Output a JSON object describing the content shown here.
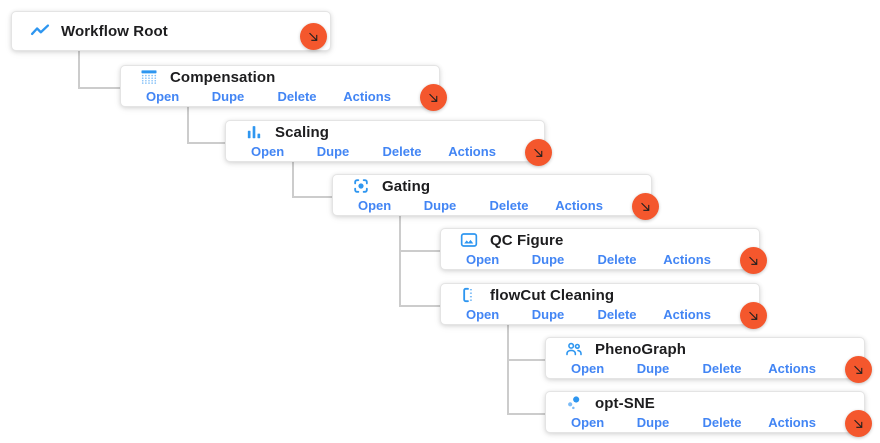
{
  "tree": {
    "actions": [
      "Open",
      "Dupe",
      "Delete",
      "Actions"
    ],
    "nodes": [
      {
        "id": "workflow-root",
        "title": "Workflow Root",
        "icon": "line-chart-icon",
        "level": 0,
        "parent": null,
        "has_actions": false
      },
      {
        "id": "compensation",
        "title": "Compensation",
        "icon": "compensation-matrix-icon",
        "level": 1,
        "parent": "workflow-root",
        "has_actions": true
      },
      {
        "id": "scaling",
        "title": "Scaling",
        "icon": "bar-chart-icon",
        "level": 2,
        "parent": "compensation",
        "has_actions": true
      },
      {
        "id": "gating",
        "title": "Gating",
        "icon": "center-focus-icon",
        "level": 3,
        "parent": "scaling",
        "has_actions": true
      },
      {
        "id": "qc-figure",
        "title": "QC Figure",
        "icon": "image-icon",
        "level": 4,
        "parent": "gating",
        "has_actions": true
      },
      {
        "id": "flowcut-cleaning",
        "title": "flowCut Cleaning",
        "icon": "bracket-dashes-icon",
        "level": 4,
        "parent": "gating",
        "has_actions": true
      },
      {
        "id": "phenograph",
        "title": "PhenoGraph",
        "icon": "people-icon",
        "level": 5,
        "parent": "flowcut-cleaning",
        "has_actions": true
      },
      {
        "id": "opt-sne",
        "title": "opt-SNE",
        "icon": "scatter-dots-icon",
        "level": 5,
        "parent": "flowcut-cleaning",
        "has_actions": true
      }
    ]
  },
  "colors": {
    "accent_orange": "#f4572d",
    "link_blue": "#4285f4",
    "icon_blue": "#2e96f0",
    "connector_gray": "#cccccc",
    "title_text": "#1d1d1f",
    "card_border": "#e4e4e4",
    "background": "#ffffff"
  }
}
